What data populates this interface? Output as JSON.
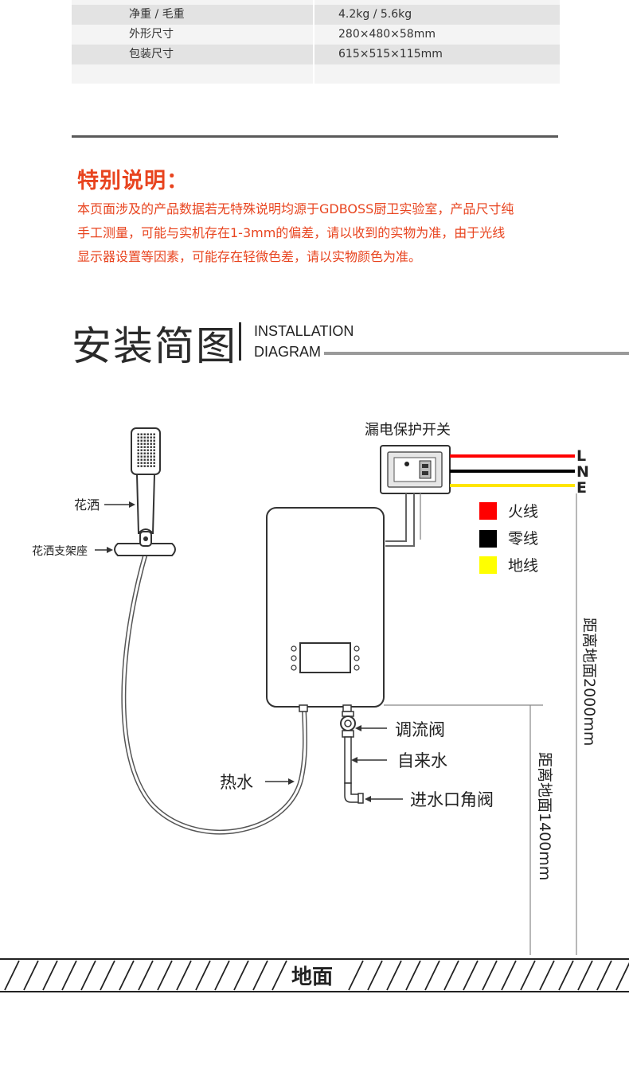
{
  "specs": {
    "rows": [
      {
        "label": "净重 / 毛重",
        "value": "4.2kg / 5.6kg"
      },
      {
        "label": "外形尺寸",
        "value": "280×480×58mm"
      },
      {
        "label": "包装尺寸",
        "value": "615×515×115mm"
      }
    ]
  },
  "note": {
    "title": "特别说明：",
    "lines": [
      "本页面涉及的产品数据若无特殊说明均源于GDBOSS厨卫实验室，产品尺寸纯",
      "手工测量，可能与实机存在1-3mm的偏差，请以收到的实物为准，由于光线",
      "显示器设置等因素，可能存在轻微色差，请以实物颜色为准。"
    ]
  },
  "section": {
    "title_cn": "安装简图",
    "title_en_line1": "INSTALLATION",
    "title_en_line2": "DIAGRAM"
  },
  "diagram": {
    "shower_head": "花洒",
    "shower_bracket": "花洒支架座",
    "leakage_switch": "漏电保护开关",
    "wire_L": "L",
    "wire_N": "N",
    "wire_E": "E",
    "legend": [
      {
        "color": "#ff0000",
        "label": "火线"
      },
      {
        "color": "#000000",
        "label": "零线"
      },
      {
        "color": "#ffff00",
        "label": "地线"
      }
    ],
    "flow_valve": "调流阀",
    "tap_water": "自来水",
    "inlet_valve": "进水口角阀",
    "hot_water": "热水",
    "height_2000": "距离地面2000mm",
    "height_1400": "距离地面1400mm",
    "floor": "地面"
  }
}
